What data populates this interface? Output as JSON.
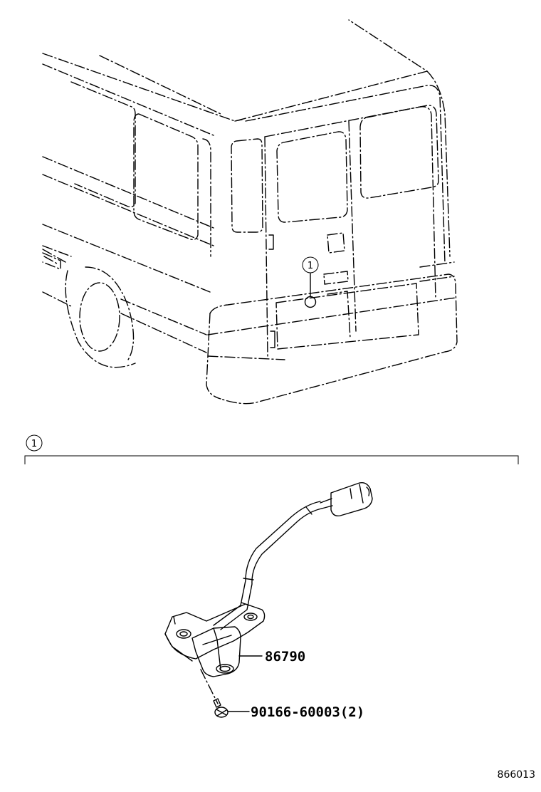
{
  "callouts": {
    "vehicle_ref": "1",
    "section_ref": "1"
  },
  "parts": [
    {
      "number": "86790"
    },
    {
      "number": "90166-60003(2)"
    }
  ],
  "diagram_code": "866013"
}
